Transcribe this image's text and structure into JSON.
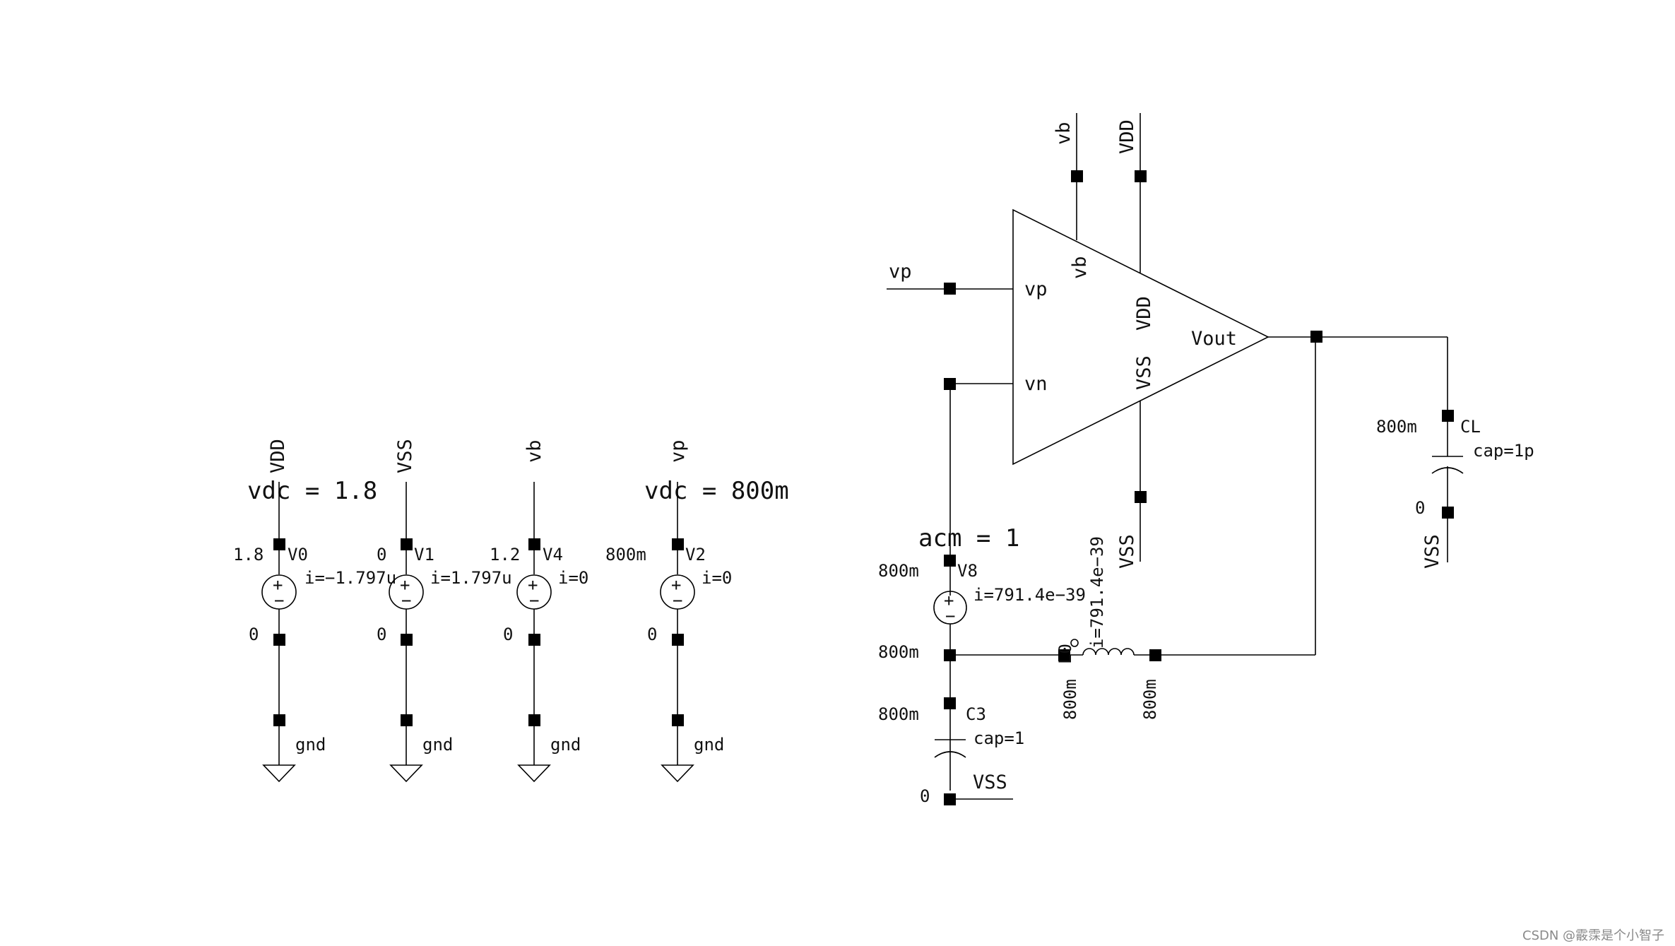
{
  "sources": [
    {
      "id": "v0",
      "net": "VDD",
      "dc_label": "vdc = 1.8",
      "name": "V0",
      "top_value": "1.8",
      "current": "i=−1.797u",
      "bottom_value": "0",
      "ground_label": "gnd"
    },
    {
      "id": "v1",
      "net": "VSS",
      "name": "V1",
      "top_value": "0",
      "current": "i=1.797u",
      "bottom_value": "0",
      "ground_label": "gnd"
    },
    {
      "id": "v4",
      "net": "vb",
      "name": "V4",
      "top_value": "1.2",
      "current": "i=0",
      "bottom_value": "0",
      "ground_label": "gnd"
    },
    {
      "id": "v2",
      "net": "vp",
      "dc_label": "vdc = 800m",
      "name": "V2",
      "top_value": "800m",
      "current": "i=0",
      "bottom_value": "0",
      "ground_label": "gnd"
    }
  ],
  "opamp": {
    "pins": {
      "vp": "vp",
      "vn": "vn",
      "vb": "vb",
      "vdd": "VDD",
      "vss": "VSS",
      "vout": "Vout"
    },
    "nets": {
      "vb": "vb",
      "vdd": "VDD",
      "vp": "vp",
      "vss": "VSS"
    }
  },
  "feedback": {
    "acm_label": "acm = 1",
    "source": {
      "name": "V8",
      "top_value": "800m",
      "current": "i=791.4e−39"
    },
    "node_value": "800m",
    "inductor": {
      "name": "L0",
      "current": "i=791.4e−39",
      "left_value": "800m",
      "right_value": "800m"
    },
    "capacitor": {
      "name": "C3",
      "param": "cap=1",
      "top_value": "800m",
      "bottom_value": "0",
      "net": "VSS"
    }
  },
  "load": {
    "name": "CL",
    "param": "cap=1p",
    "top_value": "800m",
    "bottom_value": "0",
    "net": "VSS"
  },
  "watermark": "CSDN @霰霂是个小智子"
}
